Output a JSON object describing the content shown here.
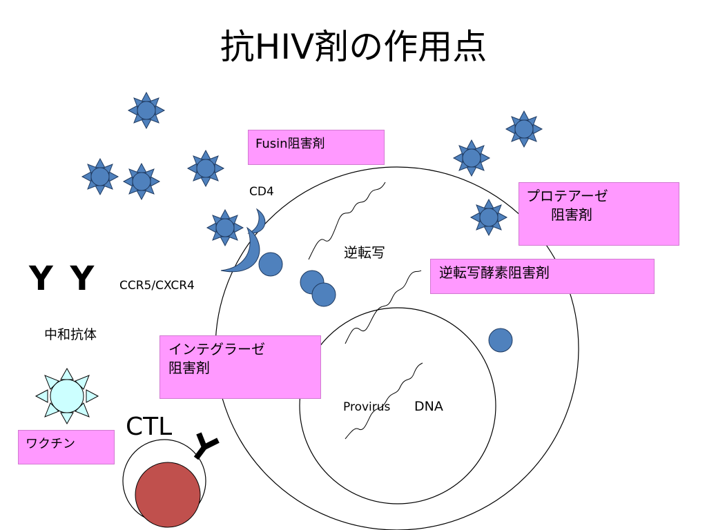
{
  "title": "抗HIV剤の作用点",
  "boxes": {
    "fusin": "Fusin阻害剤",
    "protease_line1": "プロテアーゼ",
    "protease_line2": "阻害剤",
    "rt_inhibitor": "逆転写酵素阻害剤",
    "integrase_line1": "インテグラーゼ",
    "integrase_line2": "阻害剤",
    "vaccine": "ワクチン"
  },
  "labels": {
    "cd4": "CD4",
    "ccr5": "CCR5/CXCR4",
    "reverse_transcription": "逆転写",
    "provirus": "Provirus",
    "dna": "DNA",
    "neutralizing_antibody": "中和抗体",
    "ctl": "CTL",
    "antibody_glyphs": "Y Y"
  },
  "colors": {
    "virus": "#4f81bd",
    "virus_outline": "#1f3a60",
    "vaccine_virus": "#ccffff",
    "ctl_cell": "#c0504d",
    "box_fill": "#ff99ff"
  }
}
